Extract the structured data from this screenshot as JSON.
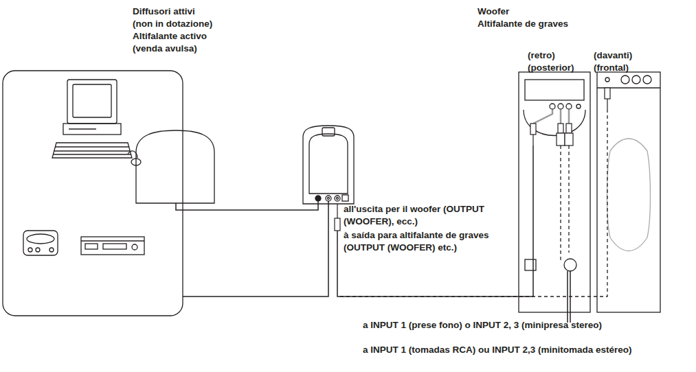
{
  "diagram": {
    "labels": [
      "Diffusori attivi",
      "(non in dotazione)",
      "Altifalante activo",
      "(venda avulsa)",
      "Woofer",
      "Altifalante de graves",
      "(retro)",
      "(posterior)",
      "(davanti)",
      "(frontal)",
      "all'uscita per il woofer (OUTPUT (WOOFER), ecc.)",
      "à saída para altifalante de graves (OUTPUT (WOOFER) etc.)",
      "a INPUT 1 (prese fono) o INPUT 2, 3 (minipresa stereo)",
      "a INPUT 1 (tomadas RCA) ou INPUT 2,3 (minitomada estéreo)"
    ]
  }
}
